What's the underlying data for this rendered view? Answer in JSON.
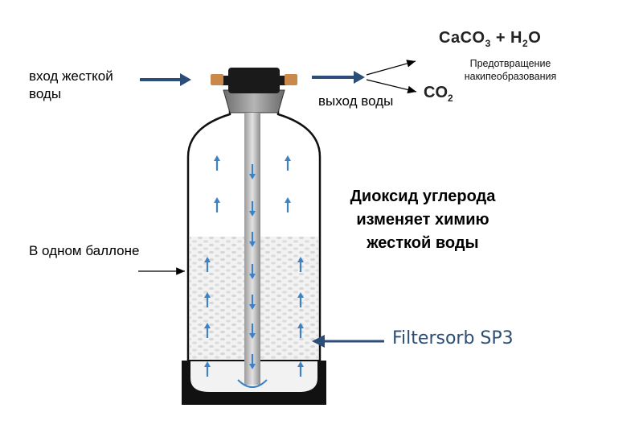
{
  "labels": {
    "inlet": "вход жесткой воды",
    "outlet": "выход воды",
    "formula_left": "CaCO",
    "formula_left_sub": "3",
    "formula_right": " + H",
    "formula_right_sub": "2",
    "formula_right_end": "O",
    "scale_note": "Предотвращение накипеобразования",
    "co2_main": "CO",
    "co2_sub": "2",
    "main_statement": "Диоксид углерода изменяет химию жесткой воды",
    "single_cylinder": "В одном баллоне",
    "media_name": "Filtersorb SP3"
  },
  "colors": {
    "arrow_blue": "#2b4d78",
    "flow_arrow": "#3d82c4",
    "media_label": "#2d4d74",
    "base": "#111111",
    "valve": "#1a1a1a",
    "brass": "#c8894a"
  },
  "icons": {
    "up_flow": "arrow-up-icon",
    "down_flow": "arrow-down-icon"
  }
}
